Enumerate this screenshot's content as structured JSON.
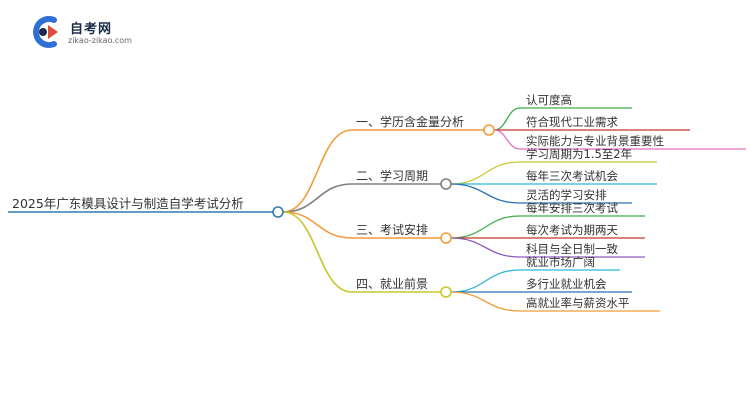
{
  "logo": {
    "name": "自考网",
    "url": "zikao-zikao.com",
    "colors": {
      "blue": "#2f6fd6",
      "red": "#e04a3f",
      "navy": "#1c2b4a"
    }
  },
  "root": {
    "label": "2025年广东模具设计与制造自学考试分析",
    "color": "#2e7db6"
  },
  "branches": [
    {
      "label": "一、学历含金量分析",
      "color": "#f39c3a",
      "leaves": [
        {
          "label": "认可度高",
          "color": "#3fae49"
        },
        {
          "label": "符合现代工业需求",
          "color": "#c0392b"
        },
        {
          "label": "实际能力与专业背景重要性",
          "color": "#e76fc2"
        }
      ]
    },
    {
      "label": "二、学习周期",
      "color": "#7f7f7f",
      "leaves": [
        {
          "label": "学习周期为1.5至2年",
          "color": "#c9c72f"
        },
        {
          "label": "每年三次考试机会",
          "color": "#29b6d6"
        },
        {
          "label": "灵活的学习安排",
          "color": "#2e6fb6"
        }
      ]
    },
    {
      "label": "三、考试安排",
      "color": "#f39c3a",
      "leaves": [
        {
          "label": "每年安排三次考试",
          "color": "#3fae49"
        },
        {
          "label": "每次考试为期两天",
          "color": "#c0392b"
        },
        {
          "label": "科目与全日制一致",
          "color": "#8e5bbf"
        }
      ]
    },
    {
      "label": "四、就业前景",
      "color": "#c9c72f",
      "leaves": [
        {
          "label": "就业市场广阔",
          "color": "#29b6d6"
        },
        {
          "label": "多行业就业机会",
          "color": "#2e6fb6"
        },
        {
          "label": "高就业率与薪资水平",
          "color": "#f39c3a"
        }
      ]
    }
  ]
}
